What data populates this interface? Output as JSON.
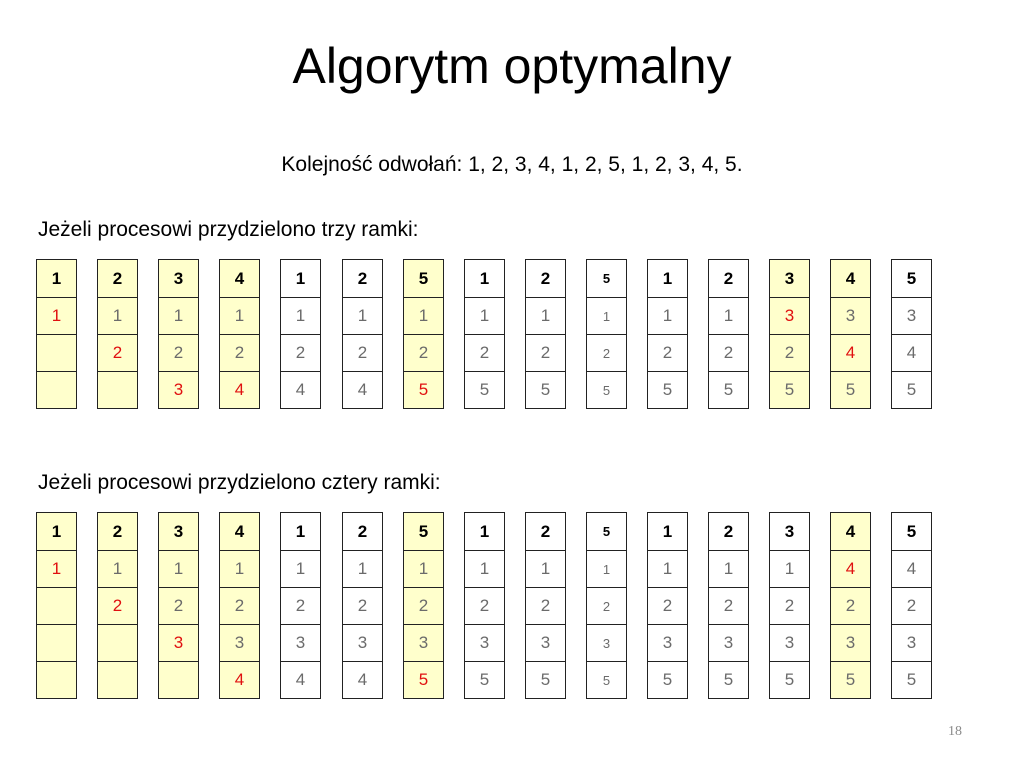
{
  "slide": {
    "title": "Algorytm optymalny",
    "sequence_text": "Kolejność odwołań: 1, 2, 3, 4, 1, 2, 5, 1, 2, 3, 4, 5.",
    "page_number": "18"
  },
  "colors": {
    "highlight": "#ffffcc",
    "fault_text": "#e01010",
    "normal_text": "#6b6b6b"
  },
  "sections": [
    {
      "label": "Jeżeli procesowi przydzielono trzy ramki:",
      "columns": [
        {
          "ref": "1",
          "highlight": true,
          "small": false,
          "frames": [
            {
              "v": "1",
              "red": true
            },
            {
              "v": "",
              "red": false
            },
            {
              "v": "",
              "red": false
            }
          ]
        },
        {
          "ref": "2",
          "highlight": true,
          "small": false,
          "frames": [
            {
              "v": "1",
              "red": false
            },
            {
              "v": "2",
              "red": true
            },
            {
              "v": "",
              "red": false
            }
          ]
        },
        {
          "ref": "3",
          "highlight": true,
          "small": false,
          "frames": [
            {
              "v": "1",
              "red": false
            },
            {
              "v": "2",
              "red": false
            },
            {
              "v": "3",
              "red": true
            }
          ]
        },
        {
          "ref": "4",
          "highlight": true,
          "small": false,
          "frames": [
            {
              "v": "1",
              "red": false
            },
            {
              "v": "2",
              "red": false
            },
            {
              "v": "4",
              "red": true
            }
          ]
        },
        {
          "ref": "1",
          "highlight": false,
          "small": false,
          "frames": [
            {
              "v": "1",
              "red": false
            },
            {
              "v": "2",
              "red": false
            },
            {
              "v": "4",
              "red": false
            }
          ]
        },
        {
          "ref": "2",
          "highlight": false,
          "small": false,
          "frames": [
            {
              "v": "1",
              "red": false
            },
            {
              "v": "2",
              "red": false
            },
            {
              "v": "4",
              "red": false
            }
          ]
        },
        {
          "ref": "5",
          "highlight": true,
          "small": false,
          "frames": [
            {
              "v": "1",
              "red": false
            },
            {
              "v": "2",
              "red": false
            },
            {
              "v": "5",
              "red": true
            }
          ]
        },
        {
          "ref": "1",
          "highlight": false,
          "small": false,
          "frames": [
            {
              "v": "1",
              "red": false
            },
            {
              "v": "2",
              "red": false
            },
            {
              "v": "5",
              "red": false
            }
          ]
        },
        {
          "ref": "2",
          "highlight": false,
          "small": false,
          "frames": [
            {
              "v": "1",
              "red": false
            },
            {
              "v": "2",
              "red": false
            },
            {
              "v": "5",
              "red": false
            }
          ]
        },
        {
          "ref": "5",
          "highlight": false,
          "small": true,
          "frames": [
            {
              "v": "1",
              "red": false
            },
            {
              "v": "2",
              "red": false
            },
            {
              "v": "5",
              "red": false
            }
          ]
        },
        {
          "ref": "1",
          "highlight": false,
          "small": false,
          "frames": [
            {
              "v": "1",
              "red": false
            },
            {
              "v": "2",
              "red": false
            },
            {
              "v": "5",
              "red": false
            }
          ]
        },
        {
          "ref": "2",
          "highlight": false,
          "small": false,
          "frames": [
            {
              "v": "1",
              "red": false
            },
            {
              "v": "2",
              "red": false
            },
            {
              "v": "5",
              "red": false
            }
          ]
        },
        {
          "ref": "3",
          "highlight": true,
          "small": false,
          "frames": [
            {
              "v": "3",
              "red": true
            },
            {
              "v": "2",
              "red": false
            },
            {
              "v": "5",
              "red": false
            }
          ]
        },
        {
          "ref": "4",
          "highlight": true,
          "small": false,
          "frames": [
            {
              "v": "3",
              "red": false
            },
            {
              "v": "4",
              "red": true
            },
            {
              "v": "5",
              "red": false
            }
          ]
        },
        {
          "ref": "5",
          "highlight": false,
          "small": false,
          "frames": [
            {
              "v": "3",
              "red": false
            },
            {
              "v": "4",
              "red": false
            },
            {
              "v": "5",
              "red": false
            }
          ]
        }
      ]
    },
    {
      "label": "Jeżeli procesowi przydzielono cztery ramki:",
      "columns": [
        {
          "ref": "1",
          "highlight": true,
          "small": false,
          "frames": [
            {
              "v": "1",
              "red": true
            },
            {
              "v": "",
              "red": false
            },
            {
              "v": "",
              "red": false
            },
            {
              "v": "",
              "red": false
            }
          ]
        },
        {
          "ref": "2",
          "highlight": true,
          "small": false,
          "frames": [
            {
              "v": "1",
              "red": false
            },
            {
              "v": "2",
              "red": true
            },
            {
              "v": "",
              "red": false
            },
            {
              "v": "",
              "red": false
            }
          ]
        },
        {
          "ref": "3",
          "highlight": true,
          "small": false,
          "frames": [
            {
              "v": "1",
              "red": false
            },
            {
              "v": "2",
              "red": false
            },
            {
              "v": "3",
              "red": true
            },
            {
              "v": "",
              "red": false
            }
          ]
        },
        {
          "ref": "4",
          "highlight": true,
          "small": false,
          "frames": [
            {
              "v": "1",
              "red": false
            },
            {
              "v": "2",
              "red": false
            },
            {
              "v": "3",
              "red": false
            },
            {
              "v": "4",
              "red": true
            }
          ]
        },
        {
          "ref": "1",
          "highlight": false,
          "small": false,
          "frames": [
            {
              "v": "1",
              "red": false
            },
            {
              "v": "2",
              "red": false
            },
            {
              "v": "3",
              "red": false
            },
            {
              "v": "4",
              "red": false
            }
          ]
        },
        {
          "ref": "2",
          "highlight": false,
          "small": false,
          "frames": [
            {
              "v": "1",
              "red": false
            },
            {
              "v": "2",
              "red": false
            },
            {
              "v": "3",
              "red": false
            },
            {
              "v": "4",
              "red": false
            }
          ]
        },
        {
          "ref": "5",
          "highlight": true,
          "small": false,
          "frames": [
            {
              "v": "1",
              "red": false
            },
            {
              "v": "2",
              "red": false
            },
            {
              "v": "3",
              "red": false
            },
            {
              "v": "5",
              "red": true
            }
          ]
        },
        {
          "ref": "1",
          "highlight": false,
          "small": false,
          "frames": [
            {
              "v": "1",
              "red": false
            },
            {
              "v": "2",
              "red": false
            },
            {
              "v": "3",
              "red": false
            },
            {
              "v": "5",
              "red": false
            }
          ]
        },
        {
          "ref": "2",
          "highlight": false,
          "small": false,
          "frames": [
            {
              "v": "1",
              "red": false
            },
            {
              "v": "2",
              "red": false
            },
            {
              "v": "3",
              "red": false
            },
            {
              "v": "5",
              "red": false
            }
          ]
        },
        {
          "ref": "5",
          "highlight": false,
          "small": true,
          "frames": [
            {
              "v": "1",
              "red": false
            },
            {
              "v": "2",
              "red": false
            },
            {
              "v": "3",
              "red": false
            },
            {
              "v": "5",
              "red": false
            }
          ]
        },
        {
          "ref": "1",
          "highlight": false,
          "small": false,
          "frames": [
            {
              "v": "1",
              "red": false
            },
            {
              "v": "2",
              "red": false
            },
            {
              "v": "3",
              "red": false
            },
            {
              "v": "5",
              "red": false
            }
          ]
        },
        {
          "ref": "2",
          "highlight": false,
          "small": false,
          "frames": [
            {
              "v": "1",
              "red": false
            },
            {
              "v": "2",
              "red": false
            },
            {
              "v": "3",
              "red": false
            },
            {
              "v": "5",
              "red": false
            }
          ]
        },
        {
          "ref": "3",
          "highlight": false,
          "small": false,
          "frames": [
            {
              "v": "1",
              "red": false
            },
            {
              "v": "2",
              "red": false
            },
            {
              "v": "3",
              "red": false
            },
            {
              "v": "5",
              "red": false
            }
          ]
        },
        {
          "ref": "4",
          "highlight": true,
          "small": false,
          "frames": [
            {
              "v": "4",
              "red": true
            },
            {
              "v": "2",
              "red": false
            },
            {
              "v": "3",
              "red": false
            },
            {
              "v": "5",
              "red": false
            }
          ]
        },
        {
          "ref": "5",
          "highlight": false,
          "small": false,
          "frames": [
            {
              "v": "4",
              "red": false
            },
            {
              "v": "2",
              "red": false
            },
            {
              "v": "3",
              "red": false
            },
            {
              "v": "5",
              "red": false
            }
          ]
        }
      ]
    }
  ]
}
